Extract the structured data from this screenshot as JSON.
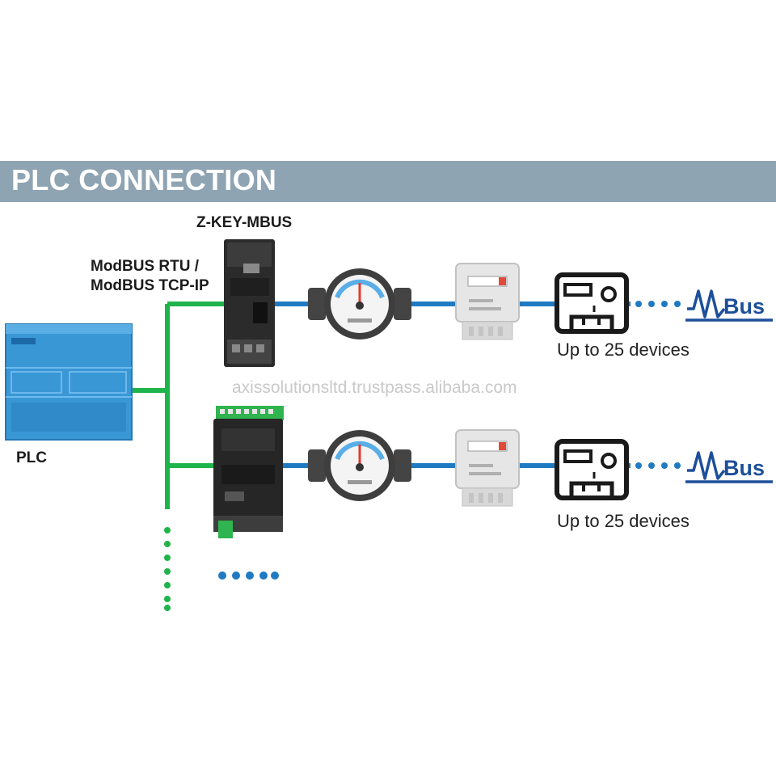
{
  "header": {
    "title": "PLC CONNECTION"
  },
  "plc": {
    "label": "PLC"
  },
  "protocol": {
    "line1": "ModBUS RTU /",
    "line2": "ModBUS TCP-IP"
  },
  "gateway": {
    "label": "Z-KEY-MBUS"
  },
  "bus": {
    "count_label_1": "Up to 25 devices",
    "count_label_2": "Up to 25 devices",
    "mbus_label": "Bus"
  },
  "watermark": "axissolutionsltd.trustpass.alibaba.com",
  "colors": {
    "header_bar": "#8fa4b2",
    "green_line": "#1fb44b",
    "blue_line": "#1f7ac2",
    "mbus_blue": "#1d4f9a",
    "plc_body": "#3a97d6"
  },
  "icons": [
    "plc-icon",
    "gateway-icon",
    "flow-meter-icon",
    "energy-meter-icon",
    "mbus-device-icon",
    "mbus-logo-icon"
  ]
}
